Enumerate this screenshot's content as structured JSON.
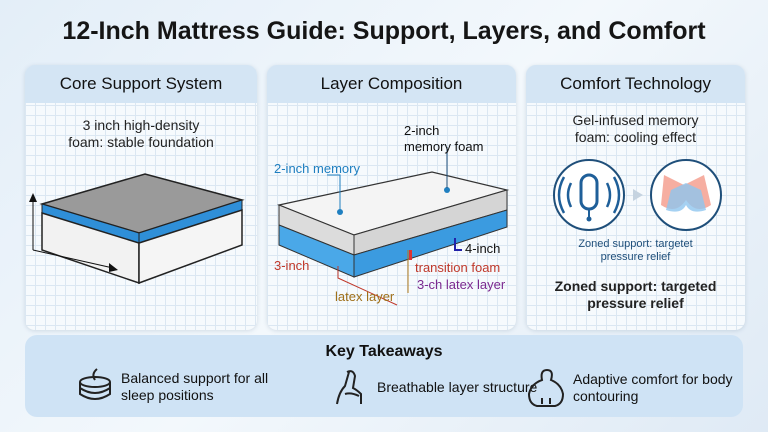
{
  "title": "12-Inch Mattress Guide: Support, Layers, and Comfort",
  "panels": [
    {
      "heading": "Core Support System",
      "text": "3 inch high-density foam: stable foundation"
    },
    {
      "heading": "Layer Composition",
      "labels": {
        "top_right": "2-inch memory foam",
        "left": "2-inch memory",
        "right": "4-inch",
        "transition": "transition foam",
        "left_bottom": "3-inch",
        "latex": "latex layer",
        "latex2": "3-ch latex layer"
      },
      "colors": {
        "left": "#1f7fc0",
        "left_bottom": "#c0392b",
        "transition": "#c0392b",
        "latex": "#b07a1a",
        "latex2": "#7b2a8f",
        "right": "#111111"
      }
    },
    {
      "heading": "Comfort Technology",
      "text": "Gel-infused memory foam: cooling effect",
      "small_caption": "Zoned support: targetet pressure relief",
      "caption": "Zoned support: targeted pressure relief"
    }
  ],
  "takeaways": {
    "heading": "Key Takeaways",
    "items": [
      {
        "icon": "layers-icon",
        "text": "Balanced support for all sleep positions"
      },
      {
        "icon": "person-seated-icon",
        "text": "Breathable layer structure"
      },
      {
        "icon": "body-contour-icon",
        "text": "Adaptive comfort for body contouring"
      }
    ]
  }
}
